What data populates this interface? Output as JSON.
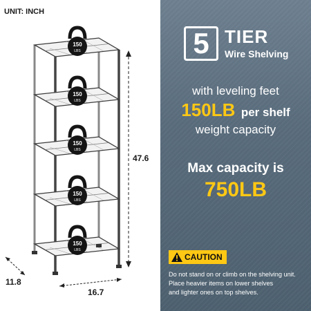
{
  "unit_label": "UNIT: INCH",
  "dimensions": {
    "height": "47.6",
    "depth": "11.8",
    "width": "16.7"
  },
  "kettlebell": {
    "line1": "150",
    "line2": "LBS",
    "count": 5
  },
  "panel": {
    "tier_number": "5",
    "tier_word": "TIER",
    "tier_subtitle": "Wire Shelving",
    "feature_line1": "with  leveling feet",
    "feature_big": "150LB",
    "feature_small": "per shelf",
    "feature_line3": "weight capacity",
    "max_line1": "Max capacity is",
    "max_line2": "750LB"
  },
  "caution": {
    "label": "CAUTION",
    "lines": [
      "Do not stand on or climb on the shelving unit.",
      "Place heavier items on lower shelves",
      "and lighter ones on top shelves."
    ]
  },
  "colors": {
    "accent": "#ffc814",
    "panel": "#5a6d7d",
    "ink": "#1a1a1a"
  }
}
